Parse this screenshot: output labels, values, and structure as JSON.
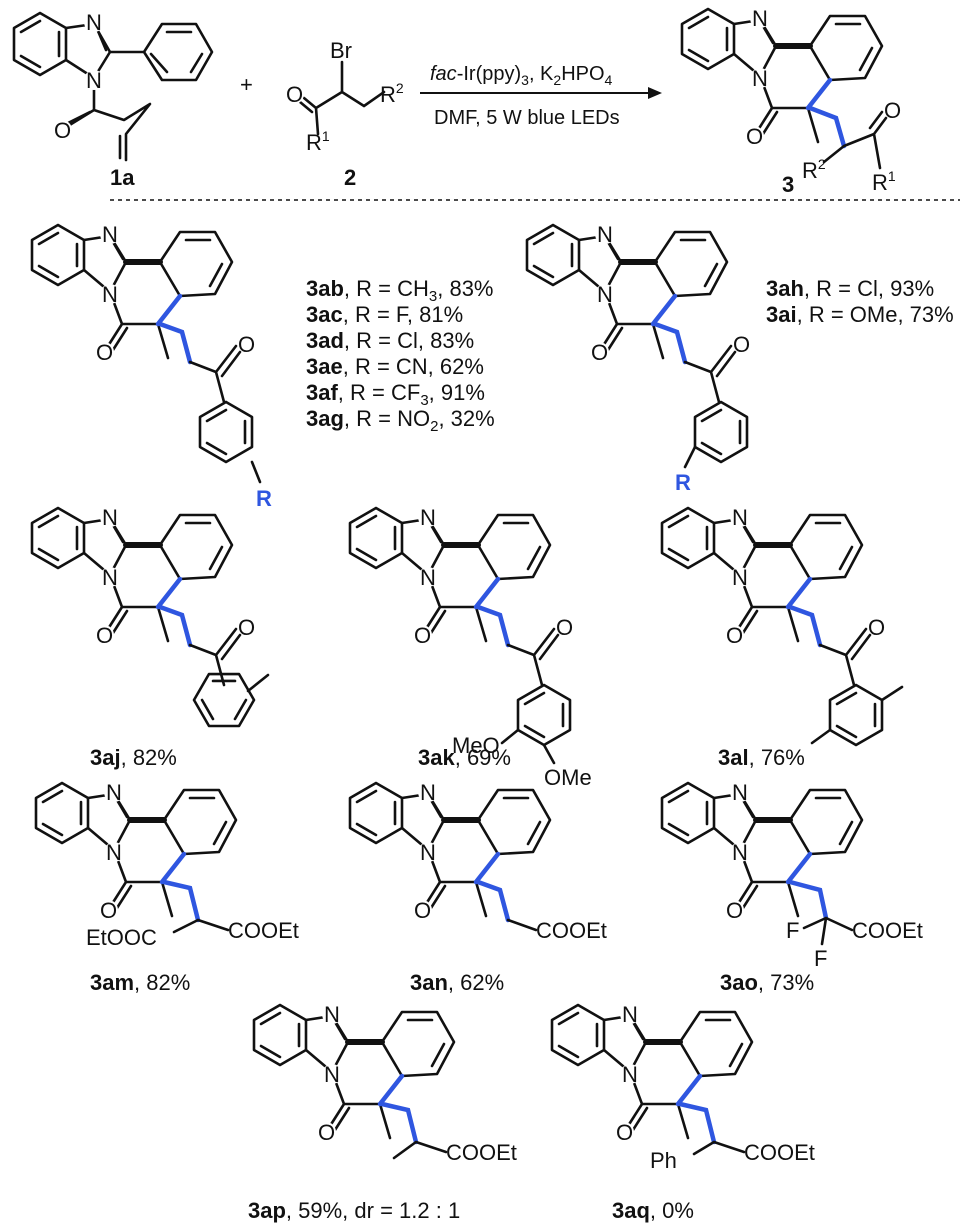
{
  "reaction": {
    "reagent_1": "1a",
    "reagent_2": "2",
    "product": "3",
    "plus": "+",
    "conditions_line1_italic": "fac",
    "conditions_line1_rest": "-Ir(ppy)",
    "conditions_line1_sub1": "3",
    "conditions_line1_mid": ", K",
    "conditions_line1_sub2": "2",
    "conditions_line1_end": "HPO",
    "conditions_line1_sub3": "4",
    "conditions_line2": "DMF,  5 W blue LEDs"
  },
  "atoms": {
    "N": "N",
    "O": "O",
    "Br": "Br",
    "R": "R",
    "F": "F",
    "R1": "R",
    "R1_sup": "1",
    "R2": "R",
    "R2_sup": "2",
    "COOEt": "COOEt",
    "EtOOC": "EtOOC",
    "MeO": "MeO",
    "OMe": "OMe",
    "Ph": "Ph"
  },
  "group_para": {
    "entries": [
      {
        "id": "3ab",
        "text": ", R = CH",
        "sub": "3",
        "tail": ", 83%"
      },
      {
        "id": "3ac",
        "text": ", R = F, 81%",
        "sub": "",
        "tail": ""
      },
      {
        "id": "3ad",
        "text": ", R = Cl, 83%",
        "sub": "",
        "tail": ""
      },
      {
        "id": "3ae",
        "text": ", R = CN, 62%",
        "sub": "",
        "tail": ""
      },
      {
        "id": "3af",
        "text": ", R = CF",
        "sub": "3",
        "tail": ", 91%"
      },
      {
        "id": "3ag",
        "text": ", R = NO",
        "sub": "2",
        "tail": ", 32%"
      }
    ]
  },
  "group_meta": {
    "entries": [
      {
        "id": "3ah",
        "text": ", R = Cl, 93%"
      },
      {
        "id": "3ai",
        "text": ", R = OMe, 73%"
      }
    ]
  },
  "compounds": {
    "c3aj": {
      "id": "3aj",
      "text": ", 82%"
    },
    "c3ak": {
      "id": "3ak",
      "text": ", 69%"
    },
    "c3al": {
      "id": "3al",
      "text": ", 76%"
    },
    "c3am": {
      "id": "3am",
      "text": ", 82%"
    },
    "c3an": {
      "id": "3an",
      "text": ", 62%"
    },
    "c3ao": {
      "id": "3ao",
      "text": ", 73%"
    },
    "c3ap": {
      "id": "3ap",
      "text": ", 59%, dr = 1.2 : 1"
    },
    "c3aq": {
      "id": "3aq",
      "text": ", 0%"
    }
  },
  "colors": {
    "bond": "#111111",
    "highlight": "#2f56e0"
  }
}
